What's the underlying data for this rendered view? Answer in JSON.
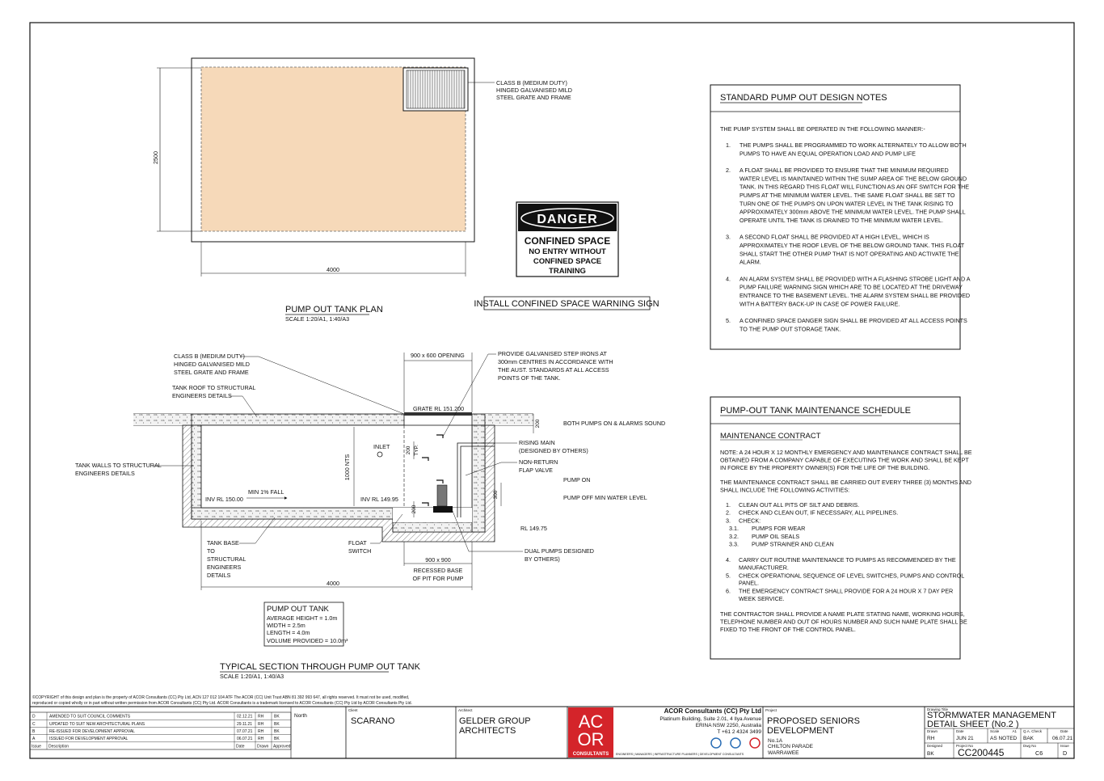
{
  "plan": {
    "grate_note": [
      "CLASS B (MEDIUM DUTY)",
      "HINGED GALVANISED MILD",
      "STEEL GRATE AND FRAME"
    ],
    "dim_width": "2500",
    "dim_length": "4000",
    "title": "PUMP OUT TANK PLAN",
    "scale": "SCALE 1:20/A1, 1:40/A3"
  },
  "sign": {
    "danger": "DANGER",
    "line1": "CONFINED SPACE",
    "line2": "NO ENTRY WITHOUT",
    "line3": "CONFINED SPACE",
    "line4": "TRAINING",
    "caption": "INSTALL CONFINED SPACE WARNING SIGN"
  },
  "section": {
    "grate_note": [
      "CLASS B (MEDIUM DUTY)",
      "HINGED GALVANISED MILD",
      "STEEL GRATE AND FRAME"
    ],
    "roof_note": [
      "TANK ROOF TO STRUCTURAL",
      "ENGINEERS DETAILS"
    ],
    "walls_note": [
      "TANK WALLS TO STRUCTURAL",
      "ENGINEERS DETAILS"
    ],
    "base_note": [
      "TANK BASE",
      "TO",
      "STRUCTURAL",
      "ENGINEERS",
      "DETAILS"
    ],
    "float_note": [
      "FLOAT",
      "SWITCH"
    ],
    "opening": "900 x 600 OPENING",
    "step_irons_note": [
      "PROVIDE GALVANISED STEP IRONS AT",
      "300mm CENTRES IN ACCORDANCE WITH",
      "THE AUST. STANDARDS AT ALL ACCESS",
      "POINTS OF THE TANK."
    ],
    "grate_rl": "GRATE RL 151.200",
    "inlet": "INLET",
    "height_dim": "1000 NTS",
    "fall": "MIN 1% FALL",
    "inv_left": "INV RL 150.00",
    "inv_right": "INV RL 149.95",
    "dim_200_top": "200",
    "dim_300": "300",
    "dim_200_typ": "200",
    "typ": "TYP.",
    "dim_200_bottom": "200",
    "rising_main": [
      "RISING MAIN",
      "(DESIGNED BY OTHERS)"
    ],
    "non_return": [
      "NON-RETURN",
      "FLAP VALVE"
    ],
    "both_pumps": "BOTH PUMPS ON & ALARMS SOUND",
    "pump_on": "PUMP ON",
    "pump_off": "PUMP OFF MIN WATER LEVEL",
    "rl_pit": "RL 149.75",
    "dual_pumps": [
      "DUAL PUMPS DESIGNED",
      "BY OTHERS)"
    ],
    "pit_dim": "900 x 900",
    "pit_note": [
      "RECESSED BASE",
      "OF PIT FOR PUMP"
    ],
    "dim_length": "4000",
    "title": "TYPICAL SECTION THROUGH PUMP OUT TANK",
    "scale": "SCALE 1:20/A1, 1:40/A3"
  },
  "tank_box": {
    "title": "PUMP OUT TANK",
    "lines": [
      "AVERAGE HEIGHT = 1.0m",
      "WIDTH = 2.5m",
      "LENGTH = 4.0m",
      "VOLUME PROVIDED = 10.0m³"
    ]
  },
  "design_notes": {
    "title": "STANDARD PUMP OUT DESIGN NOTES",
    "intro": "THE PUMP SYSTEM SHALL BE OPERATED IN THE FOLLOWING MANNER:-",
    "items": [
      {
        "num": "1.",
        "lines": [
          "THE PUMPS SHALL BE PROGRAMMED TO WORK ALTERNATELY TO ALLOW BOTH",
          "PUMPS TO HAVE AN EQUAL OPERATION LOAD AND PUMP LIFE"
        ]
      },
      {
        "num": "2.",
        "lines": [
          "A FLOAT SHALL BE PROVIDED TO ENSURE THAT THE MINIMUM REQUIRED",
          "WATER LEVEL IS MAINTAINED WITHIN THE SUMP AREA OF THE BELOW GROUND",
          "TANK. IN THIS REGARD THIS FLOAT WILL FUNCTION AS AN OFF SWITCH FOR THE",
          "PUMPS AT THE MINIMUM WATER LEVEL. THE SAME FLOAT SHALL BE SET TO",
          "TURN ONE OF THE PUMPS ON UPON WATER LEVEL IN THE TANK RISING TO",
          "APPROXIMATELY 300mm ABOVE THE MINIMUM WATER LEVEL. THE PUMP SHALL",
          "OPERATE UNTIL THE TANK IS DRAINED TO THE MINIMUM WATER LEVEL."
        ]
      },
      {
        "num": "3.",
        "lines": [
          "A SECOND FLOAT SHALL BE PROVIDED AT A HIGH LEVEL, WHICH IS",
          "APPROXIMATELY THE ROOF LEVEL OF THE BELOW GROUND TANK. THIS FLOAT",
          "SHALL START THE OTHER PUMP THAT IS NOT OPERATING AND ACTIVATE THE",
          "ALARM."
        ]
      },
      {
        "num": "4.",
        "lines": [
          "AN ALARM SYSTEM SHALL BE PROVIDED WITH A FLASHING STROBE LIGHT AND A",
          "PUMP FAILURE WARNING SIGN WHICH ARE TO BE LOCATED AT THE DRIVEWAY",
          "ENTRANCE TO THE BASEMENT LEVEL. THE ALARM SYSTEM SHALL BE PROVIDED",
          "WITH A BATTERY BACK-UP IN CASE OF POWER FAILURE."
        ]
      },
      {
        "num": "5.",
        "lines": [
          "A CONFINED SPACE DANGER SIGN SHALL BE PROVIDED AT ALL ACCESS POINTS",
          "TO THE PUMP OUT STORAGE TANK."
        ]
      }
    ]
  },
  "maintenance": {
    "title": "PUMP-OUT TANK MAINTENANCE SCHEDULE",
    "subtitle": "MAINTENANCE CONTRACT",
    "para1": [
      "NOTE: A 24 HOUR X 12 MONTHLY EMERGENCY AND MAINTENANCE CONTRACT SHALL BE",
      "OBTAINED FROM A COMPANY CAPABLE OF EXECUTING THE WORK AND SHALL BE KEPT",
      "IN FORCE BY THE PROPERTY OWNER(S) FOR THE LIFE OF THE BUILDING."
    ],
    "para2": [
      "THE MAINTENANCE CONTRACT SHALL BE CARRIED OUT EVERY THREE (3) MONTHS AND",
      "SHALL INCLUDE THE FOLLOWING ACTIVITIES:"
    ],
    "items": [
      {
        "num": "1.",
        "text": "CLEAN OUT ALL PITS OF SILT AND DEBRIS."
      },
      {
        "num": "2.",
        "text": "CHECK AND CLEAN OUT, IF NECESSARY, ALL PIPELINES."
      },
      {
        "num": "3.",
        "text": "CHECK:"
      },
      {
        "num": "3.1.",
        "text": "PUMPS FOR WEAR"
      },
      {
        "num": "3.2.",
        "text": "PUMP OIL SEALS"
      },
      {
        "num": "3.3.",
        "text": "PUMP STRAINER AND CLEAN"
      }
    ],
    "items2": [
      {
        "num": "4.",
        "lines": [
          "CARRY OUT ROUTINE MAINTENANCE TO PUMPS AS RECOMMENDED BY THE",
          "MANUFACTURER."
        ]
      },
      {
        "num": "5.",
        "lines": [
          "CHECK OPERATIONAL SEQUENCE OF LEVEL SWITCHES, PUMPS AND CONTROL",
          "PANEL."
        ]
      },
      {
        "num": "6.",
        "lines": [
          "THE EMERGENCY CONTRACT SHALL PROVIDE FOR A 24 HOUR X 7 DAY PER",
          "WEEK SERVICE."
        ]
      }
    ],
    "para3": [
      "THE CONTRACTOR SHALL PROVIDE A NAME PLATE STATING NAME, WORKING HOURS,",
      "TELEPHONE NUMBER AND OUT OF HOURS NUMBER AND SUCH NAME PLATE SHALL BE",
      "FIXED TO THE FRONT OF THE CONTROL PANEL."
    ]
  },
  "copyright": [
    "©COPYRIGHT of this design and plan is the property of ACOR Consultants (CC) Pty Ltd, ACN 127 012 104 ATF The ACOR (CC) Unit Trust ABN 81 392 993 647, all rights reserved. It must not be used, modified,",
    "reproduced or copied wholly or in part without written permission from ACOR Consultants (CC) Pty Ltd. ACOR Consultants is a trademark licensed to ACOR Consultants (CC) Pty Ltd by ACOR Consultants Pty Ltd."
  ],
  "revisions": {
    "rows": [
      {
        "issue": "D",
        "desc": "AMENDED TO SUIT COUNCIL COMMENTS",
        "date": "02.12.21",
        "drawn": "RH",
        "approved": "BK"
      },
      {
        "issue": "C",
        "desc": "UPDATED TO SUIT NEW ARCHITECTURAL PLANS",
        "date": "29.11.21",
        "drawn": "RH",
        "approved": "BK"
      },
      {
        "issue": "B",
        "desc": "RE-ISSUED FOR DEVELOPMENT APPROVAL",
        "date": "07.07.21",
        "drawn": "RH",
        "approved": "BK"
      },
      {
        "issue": "A",
        "desc": "ISSUED FOR DEVELOPMENT APPROVAL",
        "date": "06.07.21",
        "drawn": "RH",
        "approved": "BK"
      }
    ],
    "header": {
      "issue": "Issue",
      "desc": "Description",
      "date": "Date",
      "drawn": "Drawn",
      "approved": "Approved"
    },
    "north": "North"
  },
  "title_block": {
    "client_label": "Client",
    "client": "SCARANO",
    "architect_label": "Architect",
    "architect": [
      "GELDER GROUP",
      "ARCHITECTS"
    ],
    "logo_letters": [
      "AC",
      "OR"
    ],
    "logo_word": "CONSULTANTS",
    "company": "ACOR Consultants (CC) Pty Ltd",
    "address": [
      "Platinum Building, Suite 2.01, 4 Ilya Avenue",
      "ERINA NSW 2250, Australia",
      "T +61 2 4324 3499"
    ],
    "disciplines": "ENGINEERS | MANAGERS | INFRASTRUCTURE PLANNERS | DEVELOPMENT CONSULTANTS",
    "project_label": "Project",
    "project": [
      "PROPOSED SENIORS",
      "DEVELOPMENT"
    ],
    "address_lines": [
      "No.1A",
      "CHILTON PARADE",
      "WARRAWEE"
    ],
    "drawing_title_label": "Drawing Title",
    "drawing_title": [
      "STORMWATER MANAGEMENT",
      "DETAIL SHEET (No.2 )"
    ],
    "drawn_label": "Drawn",
    "drawn": "RH",
    "date_label": "Date",
    "date": "JUN 21",
    "scale_label": "Scale",
    "size": "A1",
    "scale": "AS NOTED",
    "qa_label": "Q.A. Check",
    "qa": "BAK",
    "qadate_label": "Date",
    "qadate": "06.07.21",
    "designed_label": "Designed",
    "designed": "BK",
    "project_no_label": "Project No",
    "project_no": "CC200445",
    "dwg_label": "Dwg No",
    "dwg": "C6",
    "issue_label": "Issue",
    "issue": "D"
  },
  "colors": {
    "tank_fill": "#f6d9b9",
    "logo_red": "#d4242a"
  }
}
